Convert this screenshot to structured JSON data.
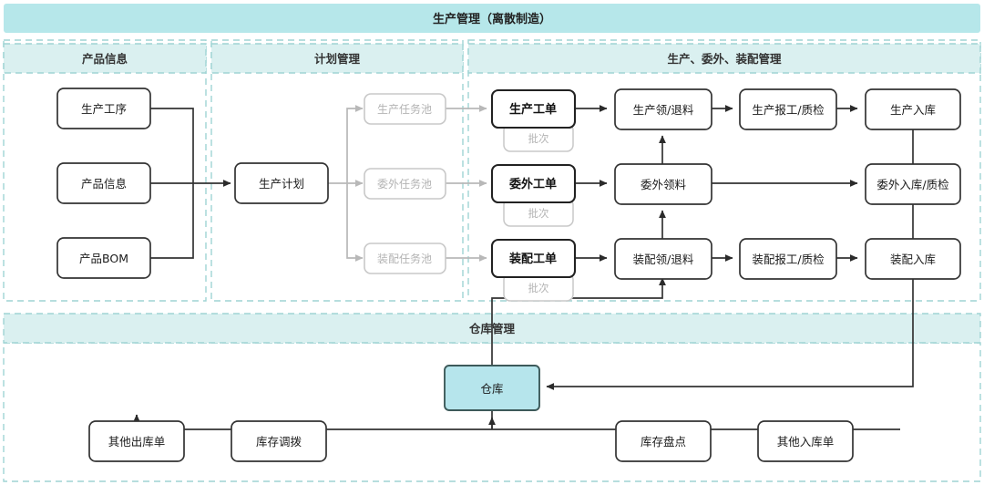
{
  "header": {
    "title": "生产管理（离散制造）"
  },
  "sections": [
    {
      "id": "product-info",
      "label": "产品信息"
    },
    {
      "id": "plan-mgmt",
      "label": "计划管理"
    },
    {
      "id": "prod-out-assy",
      "label": "生产、委外、装配管理"
    },
    {
      "id": "warehouse-mgmt",
      "label": "仓库管理"
    }
  ],
  "nodes": {
    "prod_process": "生产工序",
    "product_info": "产品信息",
    "product_bom": "产品BOM",
    "prod_plan": "生产计划",
    "pool_prod": "生产任务池",
    "pool_out": "委外任务池",
    "pool_assy": "装配任务池",
    "wo_prod": "生产工单",
    "wo_out": "委外工单",
    "wo_assy": "装配工单",
    "batch_prod": "批次",
    "batch_out": "批次",
    "batch_assy": "批次",
    "pick_prod": "生产领/退料",
    "pick_out": "委外领料",
    "pick_assy": "装配领/退料",
    "report_prod": "生产报工/质检",
    "report_assy": "装配报工/质检",
    "in_prod": "生产入库",
    "in_out": "委外入库/质检",
    "in_assy": "装配入库",
    "warehouse": "仓库",
    "other_out": "其他出库单",
    "stock_move": "库存调拨",
    "stock_count": "库存盘点",
    "other_in": "其他入库单"
  },
  "colors": {
    "band": "#b6e7ea",
    "section_band": "#daf0f0",
    "section_border": "#9fd4d4",
    "warehouse_fill": "#b6e5ec",
    "warehouse_stroke": "#3d5a5a",
    "box_stroke": "#333333",
    "muted_stroke": "#c8c8c8",
    "muted_text": "#b3b3b3",
    "line": "#333333",
    "muted_line": "#b8b8b8"
  }
}
